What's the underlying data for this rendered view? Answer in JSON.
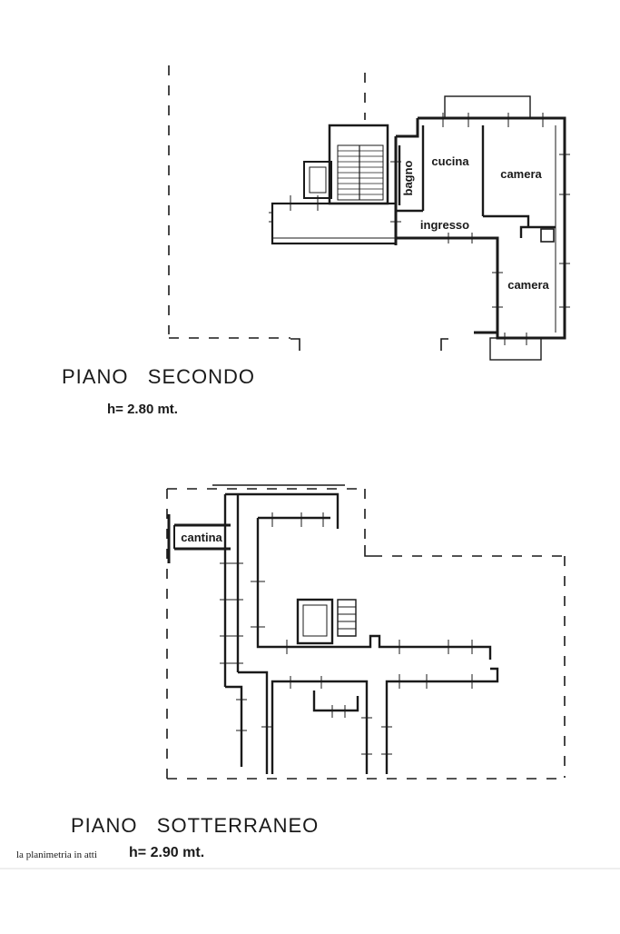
{
  "floors": {
    "second": {
      "title": "PIANO   SECONDO",
      "height": "h= 2.80 mt.",
      "rooms": {
        "bagno": "bagno",
        "cucina": "cucina",
        "camera_top": "camera",
        "ingresso": "ingresso",
        "camera_bottom": "camera"
      }
    },
    "basement": {
      "title": "PIANO   SOTTERRANEO",
      "height": "h= 2.90 mt.",
      "rooms": {
        "cantina": "cantina"
      }
    }
  },
  "footnote": "la planimetria in atti",
  "colors": {
    "line": "#1a1a1a",
    "background": "#ffffff"
  }
}
